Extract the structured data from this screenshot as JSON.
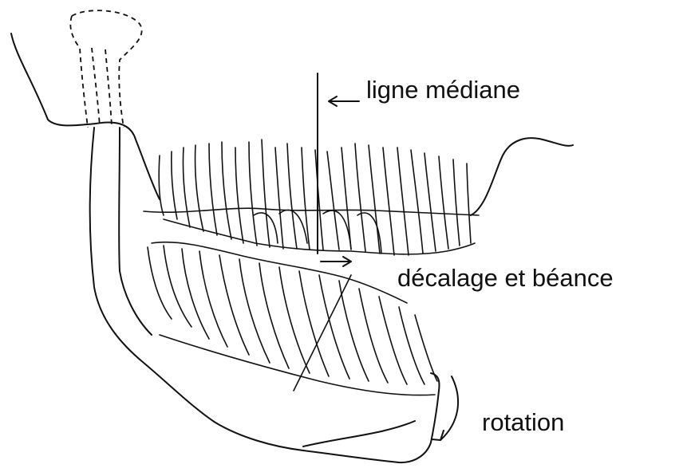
{
  "labels": {
    "midline": "ligne médiane",
    "shift": "décalage et béance",
    "rotation": "rotation"
  },
  "colors": {
    "ink": "#111111",
    "background": "#ffffff"
  }
}
